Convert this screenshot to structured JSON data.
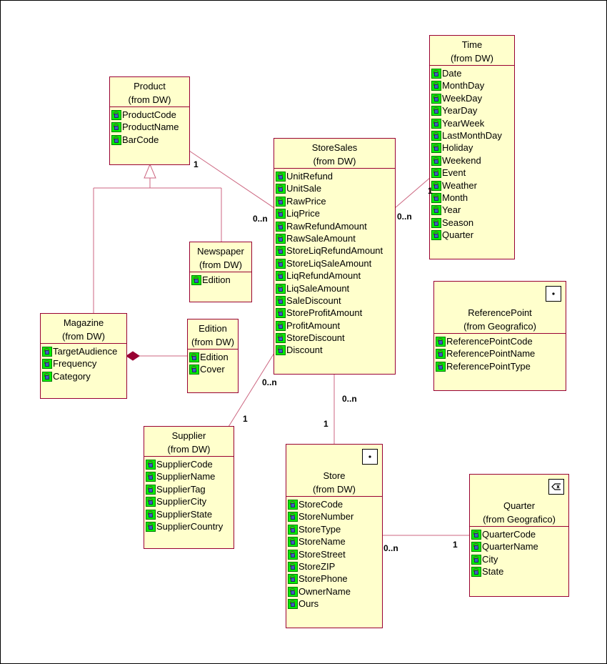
{
  "classes": {
    "time": {
      "name": "Time",
      "from": "(from DW)",
      "attributes": [
        "Date",
        "MonthDay",
        "WeekDay",
        "YearDay",
        "YearWeek",
        "LastMonthDay",
        "Holiday",
        "Weekend",
        "Event",
        "Weather",
        "Month",
        "Year",
        "Season",
        "Quarter"
      ]
    },
    "product": {
      "name": "Product",
      "from": "(from DW)",
      "attributes": [
        "ProductCode",
        "ProductName",
        "BarCode"
      ]
    },
    "store_sales": {
      "name": "StoreSales",
      "from": "(from DW)",
      "attributes": [
        "UnitRefund",
        "UnitSale",
        "RawPrice",
        "LiqPrice",
        "RawRefundAmount",
        "RawSaleAmount",
        "StoreLiqRefundAmount",
        "StoreLiqSaleAmount",
        "LiqRefundAmount",
        "LiqSaleAmount",
        "SaleDiscount",
        "StoreProfitAmount",
        "ProfitAmount",
        "StoreDiscount",
        "Discount"
      ]
    },
    "newspaper": {
      "name": "Newspaper",
      "from": "(from DW)",
      "attributes": [
        "Edition"
      ]
    },
    "reference_point": {
      "name": "ReferencePoint",
      "from": "(from Geografico)",
      "attributes": [
        "ReferencePointCode",
        "ReferencePointName",
        "ReferencePointType"
      ]
    },
    "magazine": {
      "name": "Magazine",
      "from": "(from DW)",
      "attributes": [
        "TargetAudience",
        "Frequency",
        "Category"
      ]
    },
    "edition": {
      "name": "Edition",
      "from": "(from DW)",
      "attributes": [
        "Edition",
        "Cover"
      ]
    },
    "supplier": {
      "name": "Supplier",
      "from": "(from DW)",
      "attributes": [
        "SupplierCode",
        "SupplierName",
        "SupplierTag",
        "SupplierCity",
        "SupplierState",
        "SupplierCountry"
      ]
    },
    "store": {
      "name": "Store",
      "from": "(from DW)",
      "attributes": [
        "StoreCode",
        "StoreNumber",
        "StoreType",
        "StoreName",
        "StoreStreet",
        "StoreZIP",
        "StorePhone",
        "OwnerName",
        "Ours"
      ]
    },
    "quarter": {
      "name": "Quarter",
      "from": "(from Geografico)",
      "attributes": [
        "QuarterCode",
        "QuarterName",
        "City",
        "State"
      ]
    }
  },
  "multiplicities": {
    "product_end": "1",
    "sales_product_end": "0..n",
    "sales_time_end": "0..n",
    "time_end": "1",
    "sales_supplier_end": "0..n",
    "supplier_end": "1",
    "sales_store_end": "0..n",
    "store_end": "1",
    "store_quarter_end": "0..n",
    "quarter_end": "1"
  },
  "colors": {
    "class_fill": "#ffffcc",
    "class_border": "#990033",
    "line": "#cc6680",
    "composition": "#990033",
    "attribute_icon": "#00ee00"
  }
}
